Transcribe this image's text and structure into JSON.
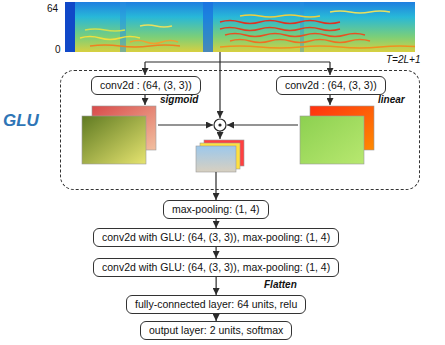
{
  "diagram": {
    "nodes": [
      {
        "text": [
          "GLU"
        ]
      },
      {
        "text": [
          "conv2d : (64, (3, 3))"
        ],
        "in": 0
      },
      {
        "text": [
          "conv2d : (64, (3, 3))"
        ],
        "in": 0
      },
      {
        "text": [
          "max-pooling: (1, 4)"
        ]
      },
      {
        "text": [
          "conv2d with GLU: (64, (3, 3)), max-pooling: (1, 4)"
        ]
      },
      {
        "text": [
          "conv2d with GLU: (64, (3, 3)), max-pooling: (1, 4)"
        ]
      },
      {
        "text": [
          "fully-connected layer: 64 units, relu"
        ]
      },
      {
        "text": [
          "output layer: 2 units, softmax"
        ]
      }
    ],
    "edges": [
      {
        "from": 0,
        "to": 3,
        "arrow": "to"
      },
      {
        "from": 3,
        "to": 4,
        "arrow": "to"
      },
      {
        "from": 4,
        "to": 5,
        "arrow": "to"
      },
      {
        "from": 5,
        "to": 6,
        "label": "Flatten",
        "arrow": "to"
      },
      {
        "from": 6,
        "to": 7,
        "arrow": "to"
      }
    ],
    "labels": [
      "64",
      "0",
      "T=2L+1",
      "sigmoid",
      "linear"
    ]
  }
}
